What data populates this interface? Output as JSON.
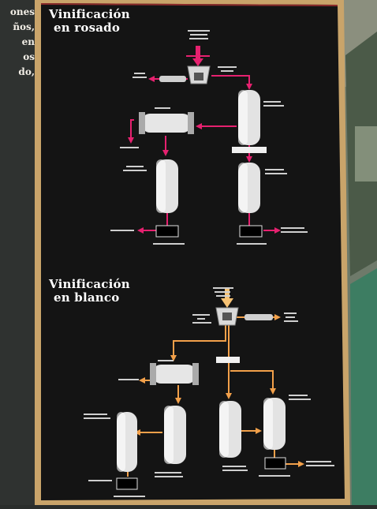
{
  "left_panel_fragments": [
    "ones",
    "ños,",
    "en",
    "os",
    "do,"
  ],
  "rosado": {
    "title_line1": "Vinificación",
    "title_line2": "en rosado",
    "line_color": "#e6216f"
  },
  "blanco": {
    "title_line1": "Vinificación",
    "title_line2": "en blanco",
    "line_color": "#f2a04a"
  },
  "colors": {
    "board": "#141414",
    "frame": "#c9a46a",
    "wall_left": "#3a3d3a",
    "wall_right": "#7d8a78"
  }
}
